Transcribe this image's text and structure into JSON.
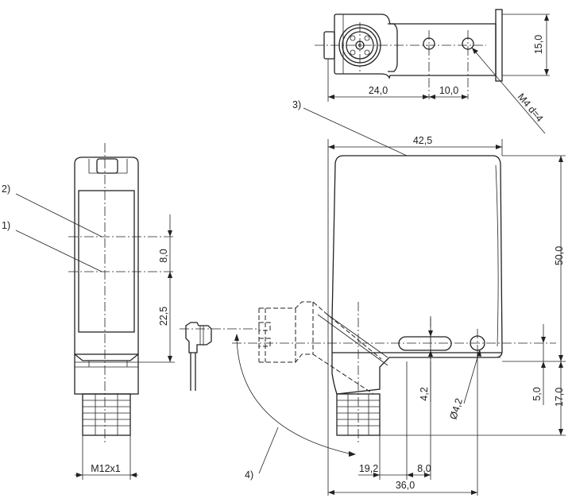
{
  "dimensions": {
    "top_height": "15,0",
    "top_width_a": "24,0",
    "top_width_b": "10,0",
    "thread_note": "M4 d=4",
    "width_main": "42,5",
    "height_main": "50,0",
    "front_gap": "8,0",
    "front_lens": "22,5",
    "slot_height": "4,2",
    "hole_diameter": "Ø4,2",
    "offset_5": "5,0",
    "offset_17": "17,0",
    "connector_offset": "19,2",
    "slot_pitch": "8,0",
    "base_width": "36,0",
    "thread": "M12x1"
  },
  "callouts": [
    "1)",
    "2)",
    "3)",
    "4)"
  ]
}
